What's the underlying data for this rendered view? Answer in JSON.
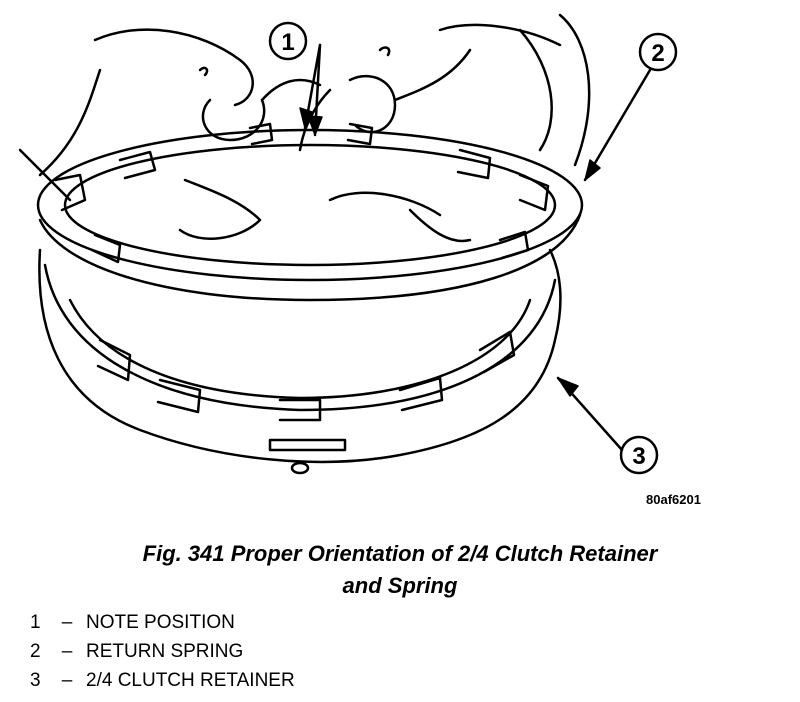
{
  "figure": {
    "callouts": [
      "1",
      "2",
      "3"
    ],
    "code": "80af6201"
  },
  "caption": {
    "line1": "Fig. 341 Proper Orientation of 2/4 Clutch Retainer",
    "line2": "and Spring"
  },
  "legend": [
    {
      "num": "1",
      "sep": "–",
      "label": "NOTE POSITION"
    },
    {
      "num": "2",
      "sep": "–",
      "label": "RETURN SPRING"
    },
    {
      "num": "3",
      "sep": "–",
      "label": "2/4 CLUTCH RETAINER"
    }
  ]
}
